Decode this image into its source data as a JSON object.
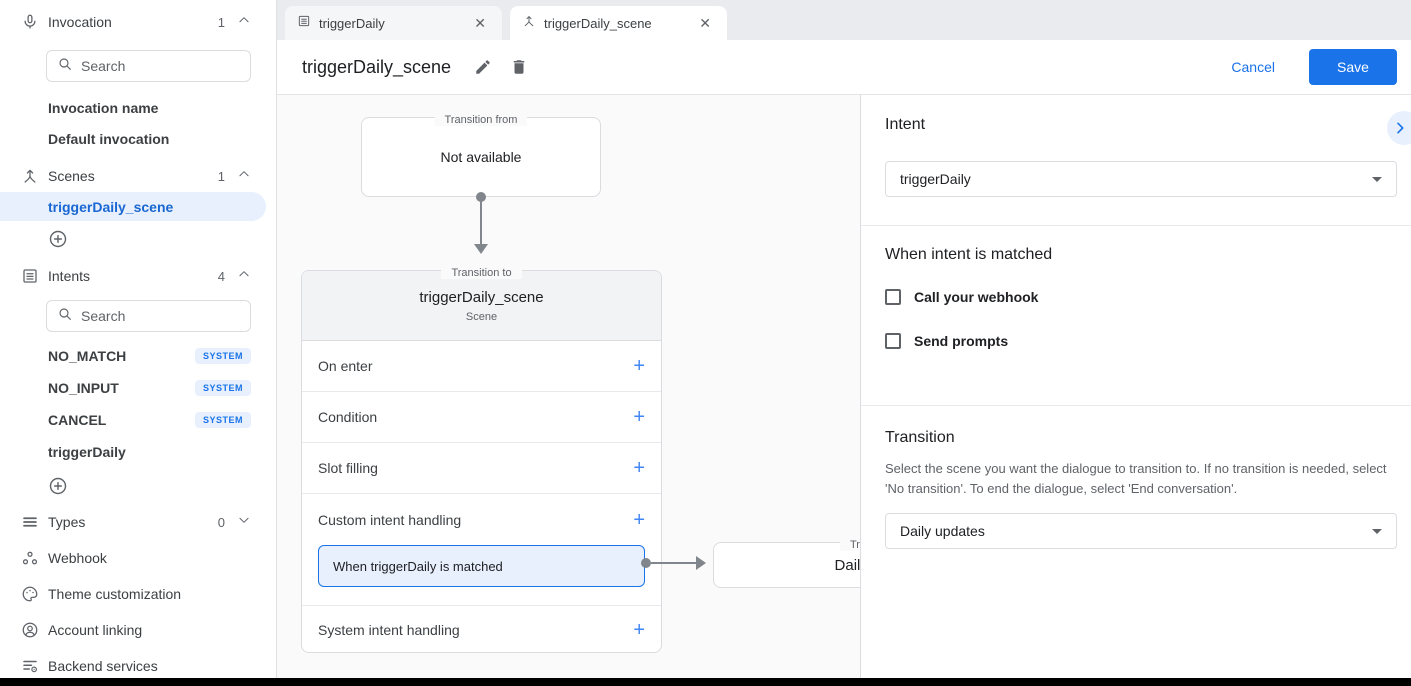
{
  "sidebar": {
    "invocation": {
      "label": "Invocation",
      "count": "1",
      "search_placeholder": "Search",
      "items": [
        {
          "label": "Invocation name"
        },
        {
          "label": "Default invocation"
        }
      ]
    },
    "scenes": {
      "label": "Scenes",
      "count": "1",
      "items": [
        {
          "label": "triggerDaily_scene",
          "selected": true
        }
      ]
    },
    "intents": {
      "label": "Intents",
      "count": "4",
      "search_placeholder": "Search",
      "items": [
        {
          "label": "NO_MATCH",
          "badge": "SYSTEM"
        },
        {
          "label": "NO_INPUT",
          "badge": "SYSTEM"
        },
        {
          "label": "CANCEL",
          "badge": "SYSTEM"
        },
        {
          "label": "triggerDaily",
          "badge": ""
        }
      ]
    },
    "types": {
      "label": "Types",
      "count": "0"
    },
    "menu": [
      {
        "label": "Webhook"
      },
      {
        "label": "Theme customization"
      },
      {
        "label": "Account linking"
      },
      {
        "label": "Backend services"
      }
    ]
  },
  "tabs": {
    "items": [
      {
        "label": "triggerDaily",
        "icon": "intent-icon"
      },
      {
        "label": "triggerDaily_scene",
        "icon": "scene-icon",
        "active": true
      }
    ]
  },
  "header": {
    "title": "triggerDaily_scene",
    "cancel_label": "Cancel",
    "save_label": "Save"
  },
  "canvas": {
    "transition_from": {
      "legend": "Transition from",
      "content": "Not available"
    },
    "scene_card": {
      "legend": "Transition to",
      "title": "triggerDaily_scene",
      "subtitle": "Scene",
      "rows": [
        {
          "label": "On enter",
          "add": "+"
        },
        {
          "label": "Condition",
          "add": "+"
        },
        {
          "label": "Slot filling",
          "add": "+"
        },
        {
          "label": "Custom intent handling",
          "add": "+"
        },
        {
          "label": "System intent handling",
          "add": "+"
        }
      ],
      "selected_handler": {
        "label": "When triggerDaily is matched"
      }
    },
    "target_card": {
      "legend": "Transition to",
      "content": "Daily updates"
    }
  },
  "panel": {
    "intent": {
      "heading": "Intent",
      "selected_value": "triggerDaily"
    },
    "when_matched": {
      "heading": "When intent is matched",
      "checkboxes": [
        {
          "label": "Call your webhook",
          "checked": false
        },
        {
          "label": "Send prompts",
          "checked": false
        }
      ]
    },
    "transition": {
      "heading": "Transition",
      "description": "Select the scene you want the dialogue to transition to. If no transition is needed, select 'No transition'. To end the dialogue, select 'End conversation'.",
      "selected_value": "Daily updates"
    }
  },
  "colors": {
    "accent": "#1a73e8",
    "selected_bg": "#e8f0fe",
    "selected_text": "#1967d2",
    "badge_bg": "#e8f0fe",
    "badge_text": "#1a73e8",
    "connector": "#80868b"
  }
}
